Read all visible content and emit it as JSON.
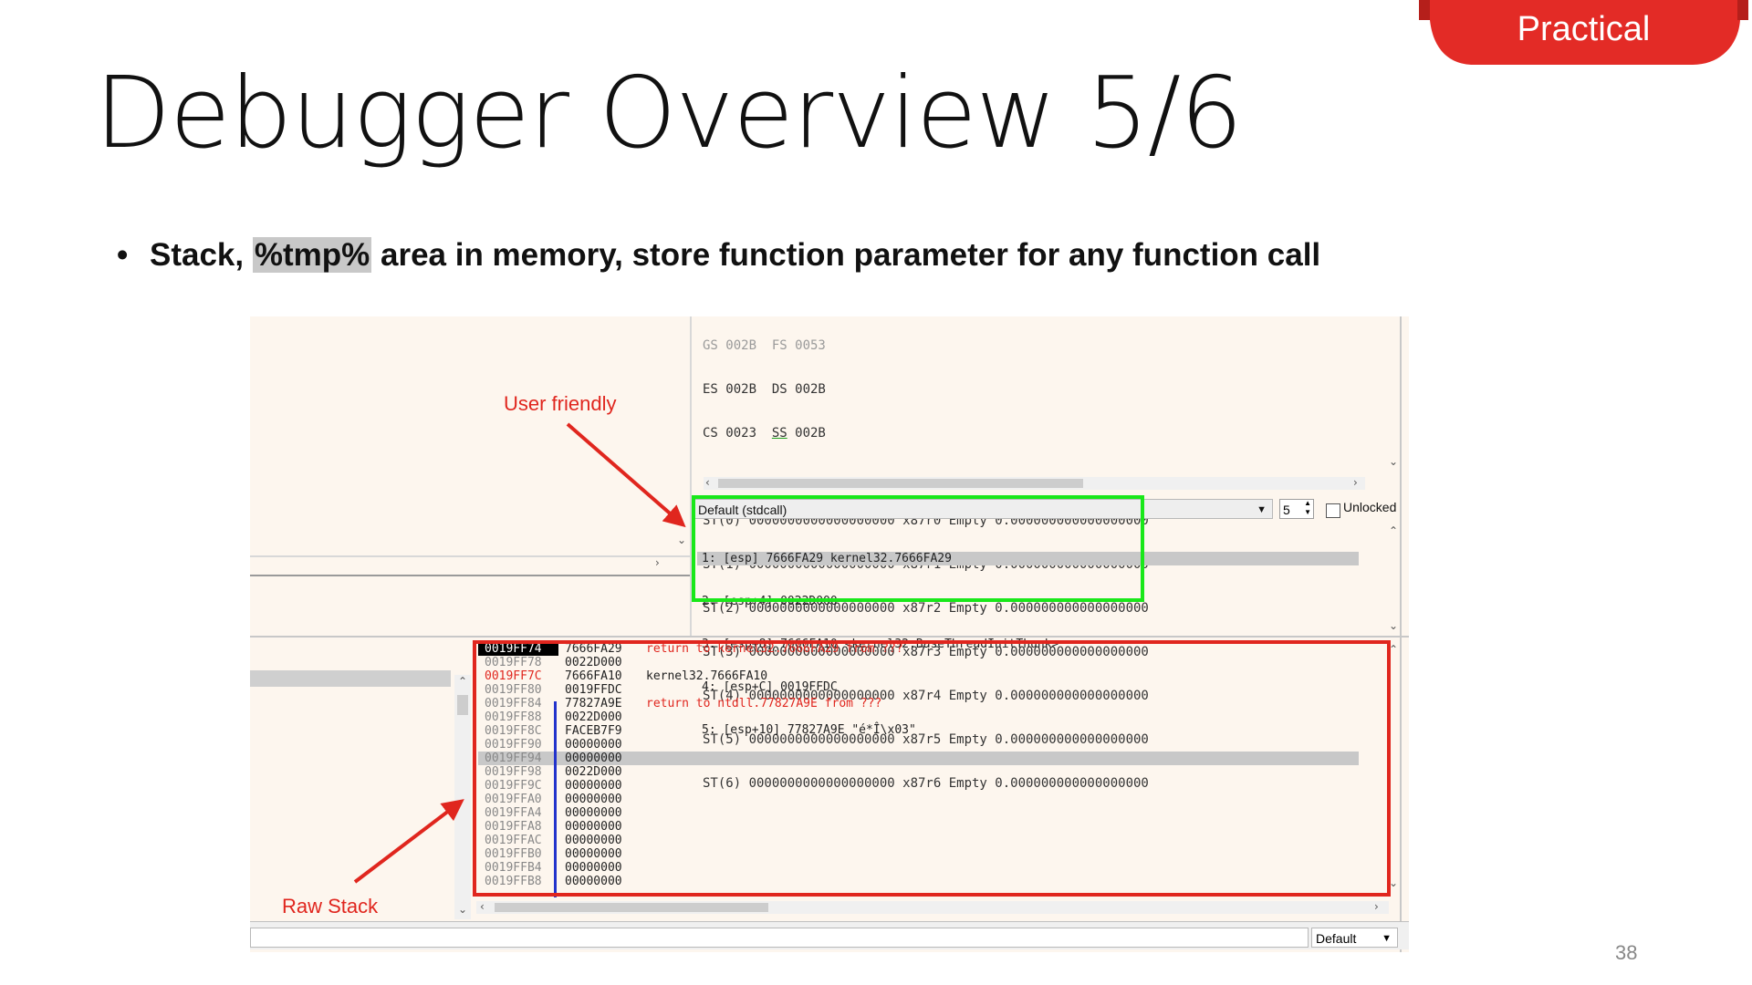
{
  "badge": {
    "label": "Practical",
    "color": "#e32b26"
  },
  "title": "Debugger Overview 5/6",
  "bullet": {
    "before": "Stack, ",
    "highlight": "%tmp%",
    "after": " area in memory, store function parameter for any function call"
  },
  "page_number": "38",
  "annotations": {
    "user_friendly": "User friendly",
    "raw_stack": "Raw Stack"
  },
  "registers": {
    "seg_lines": [
      "ES 002B  DS 002B",
      "CS 0023  SS 002B"
    ],
    "fpu_lines": [
      "ST(0) 0000000000000000000 x87r0 Empty 0.000000000000000000",
      "ST(1) 0000000000000000000 x87r1 Empty 0.000000000000000000",
      "ST(2) 0000000000000000000 x87r2 Empty 0.000000000000000000",
      "ST(3) 0000000000000000000 x87r3 Empty 0.000000000000000000",
      "ST(4) 0000000000000000000 x87r4 Empty 0.000000000000000000",
      "ST(5) 0000000000000000000 x87r5 Empty 0.000000000000000000",
      "ST(6) 0000000000000000000 x87r6 Empty 0.000000000000000000"
    ]
  },
  "call_convention": {
    "selected": "Default (stdcall)",
    "count": "5",
    "unlocked_label": "Unlocked"
  },
  "params": [
    "1: [esp] 7666FA29 kernel32.7666FA29",
    "2: [esp+4] 0022D000",
    "3: [esp+8] 7666FA10 <kernel32.BaseThreadInitThunk>",
    "4: [esp+C] 0019FFDC",
    "5: [esp+10] 77827A9E \"é*Î\\x03\""
  ],
  "stack": [
    {
      "addr": "0019FF74",
      "val": "7666FA29",
      "comment": "return to kernel32.7666FA29 from ???",
      "addr_style": "cur",
      "comment_red": true
    },
    {
      "addr": "0019FF78",
      "val": "0022D000",
      "comment": "",
      "addr_style": "",
      "comment_red": false
    },
    {
      "addr": "0019FF7C",
      "val": "7666FA10",
      "comment": "kernel32.7666FA10",
      "addr_style": "red",
      "comment_red": false
    },
    {
      "addr": "0019FF80",
      "val": "0019FFDC",
      "comment": "",
      "addr_style": "",
      "comment_red": false
    },
    {
      "addr": "0019FF84",
      "val": "77827A9E",
      "comment": "return to ntdll.77827A9E from ???",
      "addr_style": "",
      "comment_red": true
    },
    {
      "addr": "0019FF88",
      "val": "0022D000",
      "comment": "",
      "addr_style": "",
      "comment_red": false
    },
    {
      "addr": "0019FF8C",
      "val": "FACEB7F9",
      "comment": "",
      "addr_style": "",
      "comment_red": false
    },
    {
      "addr": "0019FF90",
      "val": "00000000",
      "comment": "",
      "addr_style": "",
      "comment_red": false
    },
    {
      "addr": "0019FF94",
      "val": "00000000",
      "comment": "",
      "addr_style": "",
      "comment_red": false,
      "selected": true
    },
    {
      "addr": "0019FF98",
      "val": "0022D000",
      "comment": "",
      "addr_style": "",
      "comment_red": false
    },
    {
      "addr": "0019FF9C",
      "val": "00000000",
      "comment": "",
      "addr_style": "",
      "comment_red": false
    },
    {
      "addr": "0019FFA0",
      "val": "00000000",
      "comment": "",
      "addr_style": "",
      "comment_red": false
    },
    {
      "addr": "0019FFA4",
      "val": "00000000",
      "comment": "",
      "addr_style": "",
      "comment_red": false
    },
    {
      "addr": "0019FFA8",
      "val": "00000000",
      "comment": "",
      "addr_style": "",
      "comment_red": false
    },
    {
      "addr": "0019FFAC",
      "val": "00000000",
      "comment": "",
      "addr_style": "",
      "comment_red": false
    },
    {
      "addr": "0019FFB0",
      "val": "00000000",
      "comment": "",
      "addr_style": "",
      "comment_red": false
    },
    {
      "addr": "0019FFB4",
      "val": "00000000",
      "comment": "",
      "addr_style": "",
      "comment_red": false
    },
    {
      "addr": "0019FFB8",
      "val": "00000000",
      "comment": "",
      "addr_style": "",
      "comment_red": false
    }
  ],
  "bottom_select": "Default",
  "colors": {
    "accent_red": "#e0261e",
    "highlight_green": "#19e819",
    "panel_bg": "#fdf6ee"
  }
}
